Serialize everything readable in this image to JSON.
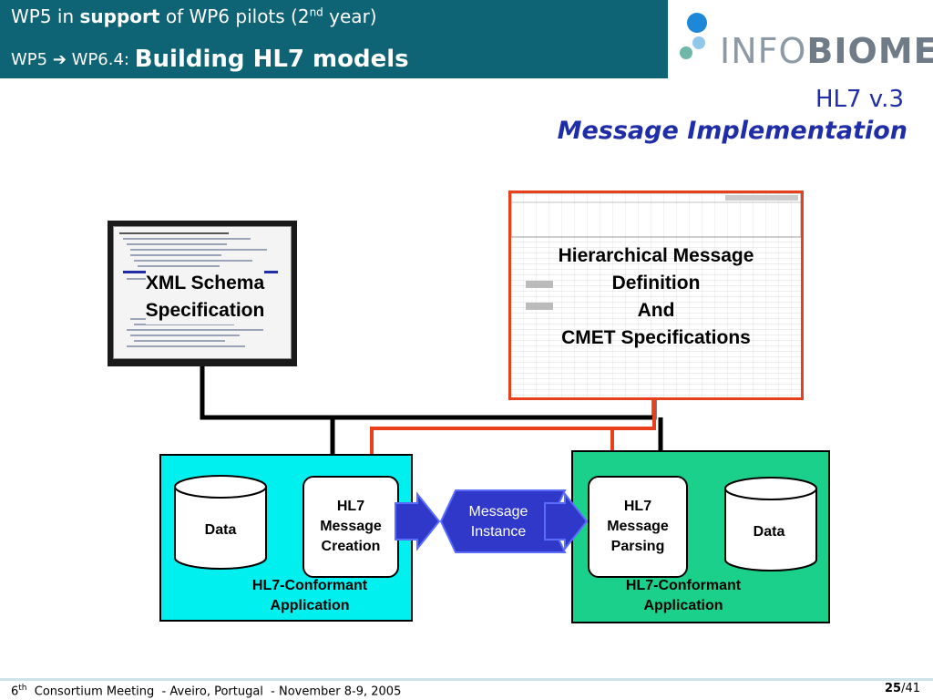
{
  "header": {
    "line1_prefix": "WP5 in ",
    "line1_bold": "support",
    "line1_mid": " of WP6 pilots (2",
    "line1_sup": "nd",
    "line1_suffix": " year)",
    "line2_prefix": "WP5 ",
    "line2_arrow": "➔",
    "line2_mid": " WP6.4: ",
    "line2_big": "Building HL7 models"
  },
  "logo": {
    "text_light": "INFO",
    "text_bold": "BIOMED",
    "colors": [
      "#1e88d8",
      "#8fc8e8",
      "#6fb8a8"
    ]
  },
  "slide_title": {
    "line1": "HL7 v.3",
    "line2": "Message Implementation"
  },
  "diagram": {
    "xml_schema_label": [
      "XML Schema",
      "Specification"
    ],
    "sheet_label": [
      "Hierarchical Message",
      "Definition",
      "And",
      "CMET Specifications"
    ],
    "data_left": "Data",
    "data_right": "Data",
    "creation_box": [
      "HL7",
      "Message",
      "Creation"
    ],
    "parsing_box": [
      "HL7",
      "Message",
      "Parsing"
    ],
    "message_instance": [
      "Message",
      "Instance"
    ],
    "app_left_label": [
      "HL7-Conformant",
      "Application"
    ],
    "app_right_label": [
      "HL7-Conformant",
      "Application"
    ],
    "colors": {
      "app_left_fill": "#00f0f0",
      "app_right_fill": "#1ad08a",
      "message_arrow": "#2f38c8",
      "red_line": "#e8401c",
      "yellow_arrowhead": "#f0f060",
      "purple_arrowhead": "#8a1a6a"
    }
  },
  "footer": {
    "meeting_num": "6",
    "meeting_sup": "th",
    "meeting_text": "  Consortium Meeting  - Aveiro, Portugal  - November 8-9, 2005",
    "page_current": "25",
    "page_total": "/41"
  }
}
